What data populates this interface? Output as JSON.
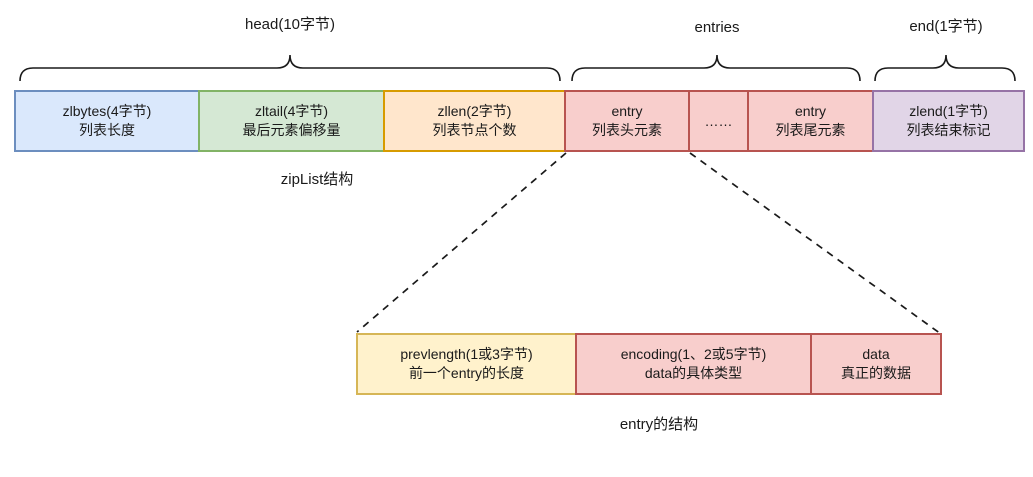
{
  "palette": {
    "blue": {
      "fill": "#dae8fc",
      "stroke": "#6c8ebf"
    },
    "green": {
      "fill": "#d5e8d4",
      "stroke": "#82b366"
    },
    "orange": {
      "fill": "#ffe6cc",
      "stroke": "#d79b00"
    },
    "red": {
      "fill": "#f8cecc",
      "stroke": "#b85450"
    },
    "purple": {
      "fill": "#e1d5e7",
      "stroke": "#9673a6"
    },
    "yellow": {
      "fill": "#fff2cc",
      "stroke": "#d6b656"
    },
    "line_color": "#1a1a1a"
  },
  "sections": {
    "head": "head(10字节)",
    "entries": "entries",
    "end": "end(1字节)"
  },
  "ziplist": {
    "caption": "zipList结构",
    "boxes": [
      {
        "id": "zlbytes",
        "line1": "zlbytes(4字节)",
        "line2": "列表长度",
        "color": "blue"
      },
      {
        "id": "zltail",
        "line1": "zltail(4字节)",
        "line2": "最后元素偏移量",
        "color": "green"
      },
      {
        "id": "zllen",
        "line1": "zllen(2字节)",
        "line2": "列表节点个数",
        "color": "orange"
      },
      {
        "id": "entry-head",
        "line1": "entry",
        "line2": "列表头元素",
        "color": "red"
      },
      {
        "id": "ellipsis",
        "line1": "……",
        "line2": "",
        "color": "red"
      },
      {
        "id": "entry-tail",
        "line1": "entry",
        "line2": "列表尾元素",
        "color": "red"
      },
      {
        "id": "zlend",
        "line1": "zlend(1字节)",
        "line2": "列表结束标记",
        "color": "purple"
      }
    ]
  },
  "entry_detail": {
    "caption": "entry的结构",
    "boxes": [
      {
        "id": "prevlength",
        "line1": "prevlength(1或3字节)",
        "line2": "前一个entry的长度",
        "color": "yellow"
      },
      {
        "id": "encoding",
        "line1": "encoding(1、2或5字节)",
        "line2": "data的具体类型",
        "color": "red"
      },
      {
        "id": "data",
        "line1": "data",
        "line2": "真正的数据",
        "color": "red"
      }
    ]
  }
}
